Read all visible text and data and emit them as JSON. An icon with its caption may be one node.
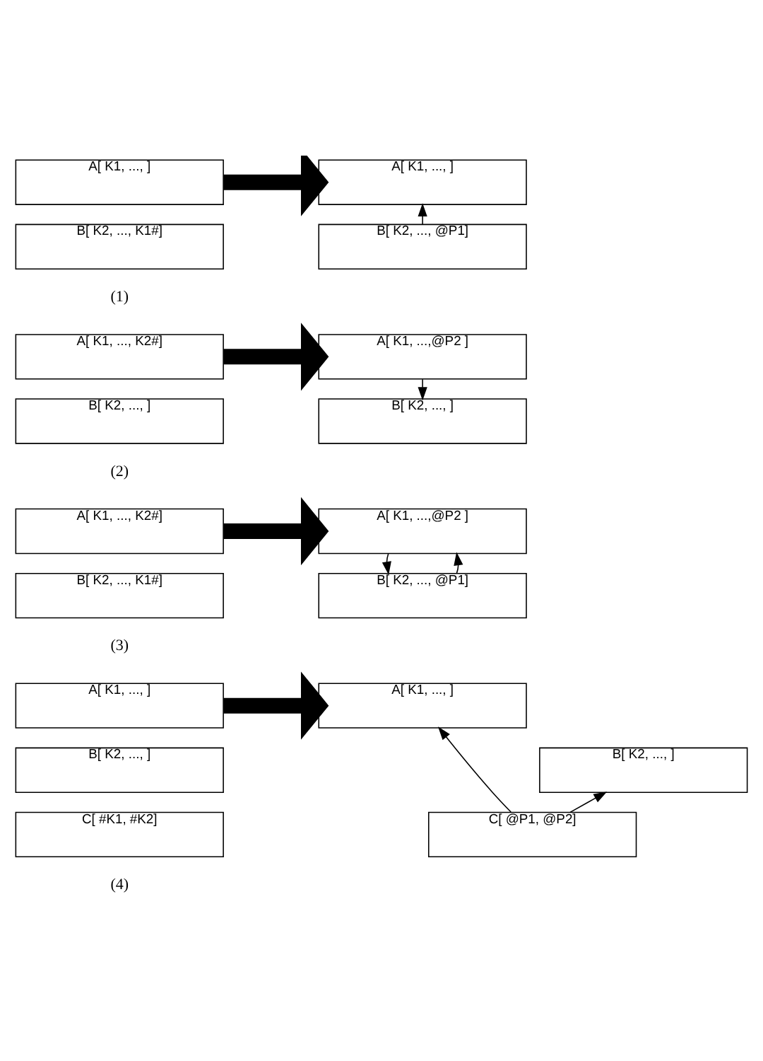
{
  "diagram": {
    "nodes": [
      {
        "text": [
          "A[ K1, ..., ]"
        ]
      },
      {
        "text": [
          "A[ K1, ..., ]"
        ]
      },
      {
        "text": [
          "B[ K2, ..., K1#]"
        ]
      },
      {
        "text": [
          "B[ K2, ..., @P1]"
        ]
      },
      {
        "text": [
          "A[ K1, ..., K2#]"
        ]
      },
      {
        "text": [
          "A[ K1, ...,@P2 ]"
        ]
      },
      {
        "text": [
          "B[ K2, ..., ]"
        ]
      },
      {
        "text": [
          "B[ K2, ..., ]"
        ]
      },
      {
        "text": [
          "A[ K1, ..., K2#]"
        ]
      },
      {
        "text": [
          "A[ K1, ...,@P2 ]"
        ]
      },
      {
        "text": [
          "B[ K2, ..., K1#]"
        ]
      },
      {
        "text": [
          "B[ K2, ..., @P1]"
        ]
      },
      {
        "text": [
          "A[ K1, ..., ]"
        ]
      },
      {
        "text": [
          "A[ K1, ..., ]"
        ]
      },
      {
        "text": [
          "B[ K2, ..., ]"
        ]
      },
      {
        "text": [
          "B[ K2, ..., ]"
        ]
      },
      {
        "text": [
          "C[ #K1, #K2]"
        ]
      },
      {
        "text": [
          "C[ @P1, @P2]"
        ]
      }
    ],
    "edges": [
      {
        "from": 0,
        "to": 1,
        "arrow": "to",
        "style": "thick"
      },
      {
        "from": 3,
        "to": 1,
        "arrow": "to"
      },
      {
        "from": 4,
        "to": 5,
        "arrow": "to",
        "style": "thick"
      },
      {
        "from": 5,
        "to": 7,
        "arrow": "to"
      },
      {
        "from": 8,
        "to": 9,
        "arrow": "to",
        "style": "thick"
      },
      {
        "from": 11,
        "to": 9,
        "arrow": "to"
      },
      {
        "from": 9,
        "to": 11,
        "arrow": "to"
      },
      {
        "from": 12,
        "to": 13,
        "arrow": "to",
        "style": "thick"
      },
      {
        "from": 17,
        "to": 13,
        "arrow": "to"
      },
      {
        "from": 17,
        "to": 15,
        "arrow": "to"
      }
    ],
    "labels": [
      "(1)",
      "(2)",
      "(3)",
      "(4)"
    ]
  }
}
